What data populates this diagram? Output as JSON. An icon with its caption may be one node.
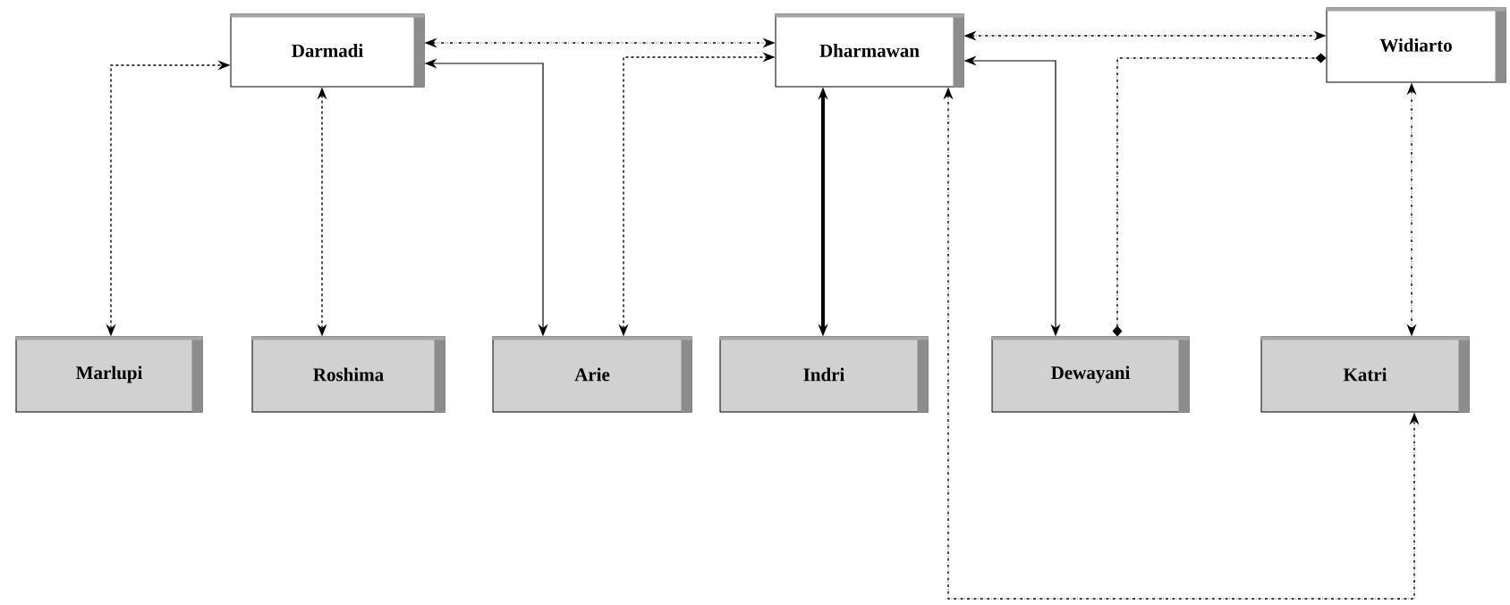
{
  "diagram": {
    "nodes": [
      {
        "text": [
          "Darmadi"
        ]
      },
      {
        "text": [
          "Dharmawan"
        ]
      },
      {
        "text": [
          "Widiarto"
        ]
      },
      {
        "text": [
          "Marlupi"
        ]
      },
      {
        "text": [
          "Roshima"
        ]
      },
      {
        "text": [
          "Arie"
        ]
      },
      {
        "text": [
          "Indri"
        ]
      },
      {
        "text": [
          "Dewayani"
        ]
      },
      {
        "text": [
          "Katri"
        ]
      }
    ],
    "edges": [
      {
        "from": 3,
        "to": 0,
        "arrow": "both",
        "style": "dashed"
      },
      {
        "from": 4,
        "to": 0,
        "arrow": "both",
        "style": "dashed"
      },
      {
        "from": 0,
        "to": 1,
        "arrow": "both",
        "style": "dashed"
      },
      {
        "from": 5,
        "to": 0,
        "arrow": "both"
      },
      {
        "from": 5,
        "to": 1,
        "arrow": "both",
        "style": "dashed"
      },
      {
        "from": 6,
        "to": 1,
        "arrow": "both",
        "style": "thick"
      },
      {
        "from": 1,
        "to": 2,
        "arrow": "both",
        "style": "dashed"
      },
      {
        "from": 7,
        "to": 1,
        "arrow": "both"
      },
      {
        "from": 7,
        "to": 2,
        "arrow": "other",
        "style": "dashed"
      },
      {
        "from": 2,
        "to": 8,
        "arrow": "both",
        "style": "dashed"
      },
      {
        "from": 1,
        "to": 8,
        "arrow": "both",
        "style": "dashed"
      }
    ]
  }
}
